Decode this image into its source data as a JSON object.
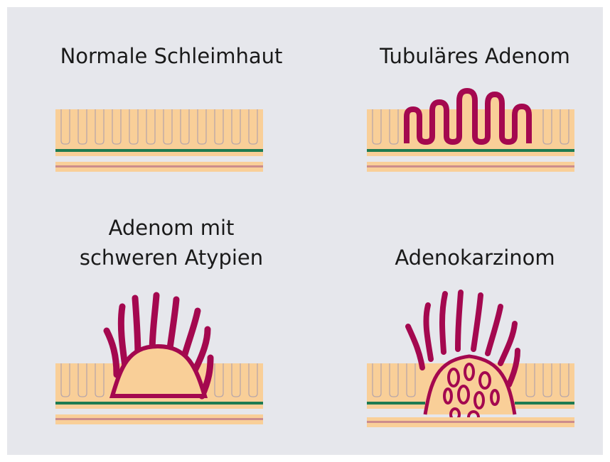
{
  "panels": [
    {
      "title": "Normale Schleimhaut",
      "stage": "normal"
    },
    {
      "title": "Tubuläres Adenom",
      "stage": "tubular"
    },
    {
      "title_lines": [
        "Adenom mit",
        "schweren Atypien"
      ],
      "stage": "severe-atypia"
    },
    {
      "title": "Adenokarzinom",
      "stage": "carcinoma"
    }
  ],
  "colors": {
    "background": "#e6e7ec",
    "mucosa": "#f9cf98",
    "crypt_outline": "#b9a7a9",
    "adenoma": "#a4084f",
    "muscularis_line": "#1d7b51",
    "submucosa_band": "#cc8c8c"
  }
}
